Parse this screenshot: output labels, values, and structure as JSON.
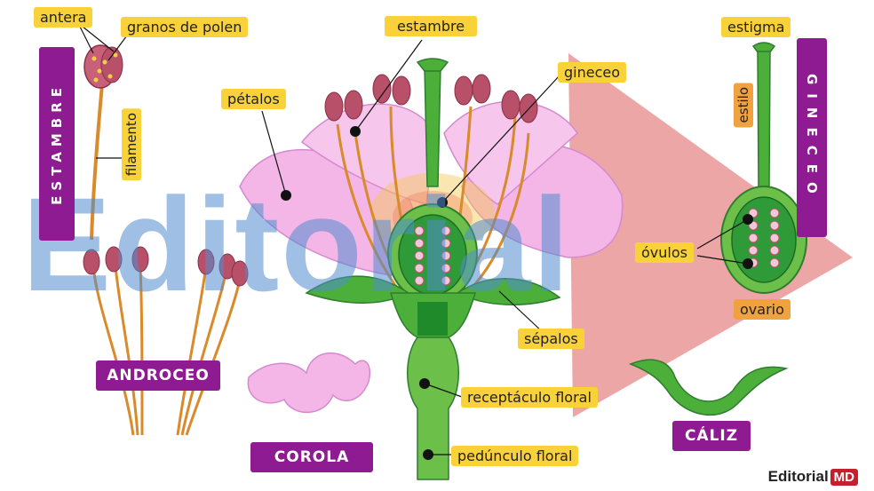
{
  "labels": {
    "antera": "antera",
    "granos_de_polen": "granos de polen",
    "estambre_vertical": "ESTAMBRE",
    "filamento": "filamento",
    "petalos": "pétalos",
    "estambre": "estambre",
    "gineceo": "gineceo",
    "estigma": "estigma",
    "gineceo_vertical": "GINECEO",
    "estilo": "estilo",
    "ovulos": "óvulos",
    "ovario": "ovario",
    "sepalos": "sépalos",
    "receptaculo_floral": "receptáculo floral",
    "pedunculo_floral": "pedúnculo floral",
    "androceo": "ANDROCEO",
    "corola": "COROLA",
    "caliz": "CÁLIZ"
  },
  "watermark": {
    "text": "Editorial",
    "logo_text": "Editorial",
    "logo_badge": "MD"
  },
  "colors": {
    "petal": "#f3b6e6",
    "stem_green": "#4caf3a",
    "dark_green": "#2e8b2e",
    "anther": "#b8506a",
    "filament": "#d98a2a",
    "label_yellow": "#f9d23a",
    "label_orange": "#f0a240",
    "label_purple": "#8e1b92",
    "watermark_blue": "#508ccd",
    "watermark_red": "#d63a3a"
  }
}
